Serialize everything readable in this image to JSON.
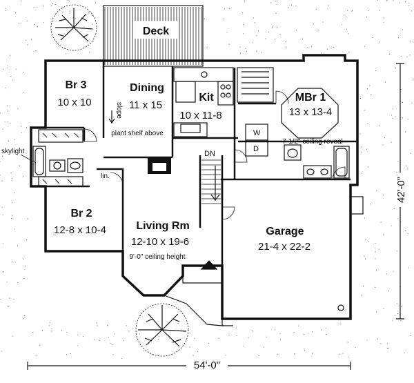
{
  "rooms": {
    "deck": {
      "name": "Deck"
    },
    "br3": {
      "name": "Br 3",
      "size": "10 x 10"
    },
    "dining": {
      "name": "Dining",
      "size": "11 x 15",
      "note": "plant shelf above",
      "slope": "slope"
    },
    "kit": {
      "name": "Kit",
      "size": "10 x 11-8"
    },
    "mbr1": {
      "name": "MBr 1",
      "size": "13 x 13-4",
      "note": "7-1/2\" ceiling reveal"
    },
    "br2": {
      "name": "Br 2",
      "size": "12-8 x 10-4"
    },
    "living": {
      "name": "Living Rm",
      "size": "12-10 x 19-6",
      "note": "9'-0\" ceiling height"
    },
    "garage": {
      "name": "Garage",
      "size": "21-4 x 22-2"
    }
  },
  "labels": {
    "skylight": "skylight",
    "linen": "lin.",
    "down": "DN",
    "washer": "W",
    "dryer": "D"
  },
  "dimensions": {
    "width": "54'-0\"",
    "depth": "42'-0\""
  }
}
